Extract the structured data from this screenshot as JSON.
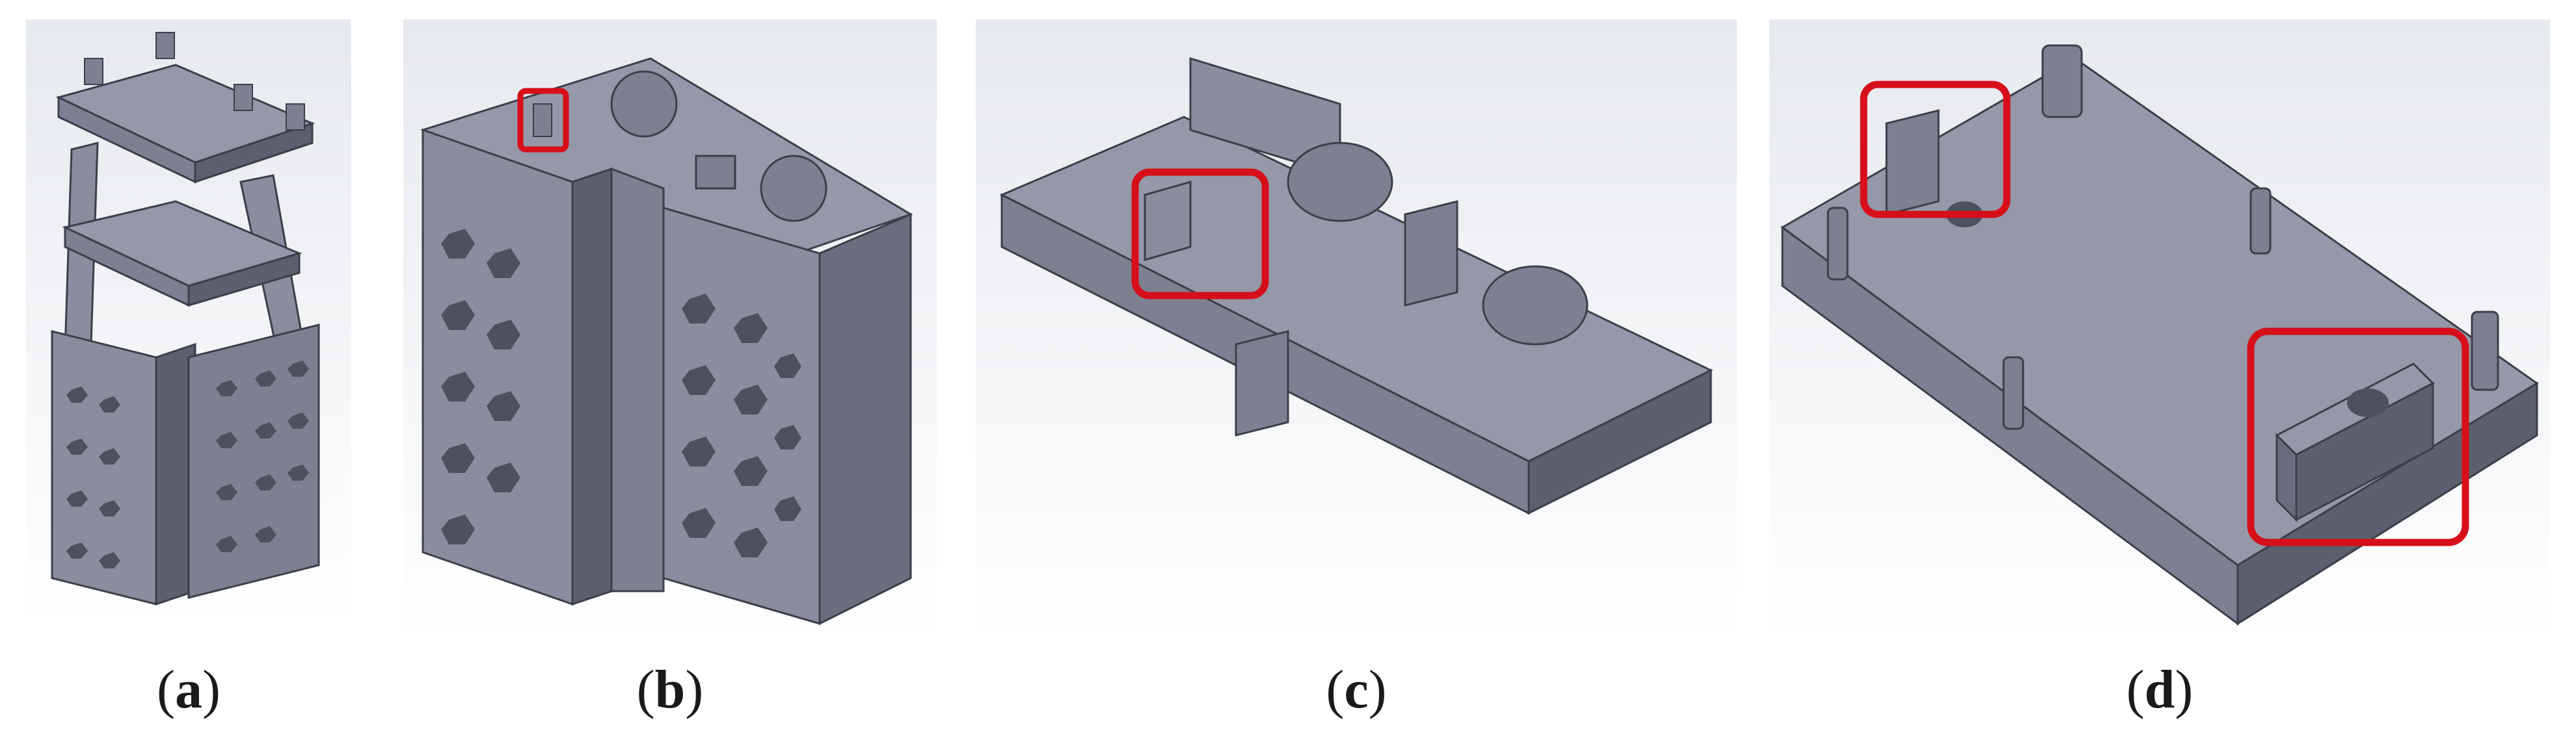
{
  "figure": {
    "panels": [
      {
        "id": "a",
        "label_open": "(",
        "label_letter": "a",
        "label_close": ")",
        "highlights": 0
      },
      {
        "id": "b",
        "label_open": "(",
        "label_letter": "b",
        "label_close": ")",
        "highlights": 1
      },
      {
        "id": "c",
        "label_open": "(",
        "label_letter": "c",
        "label_close": ")",
        "highlights": 1
      },
      {
        "id": "d",
        "label_open": "(",
        "label_letter": "d",
        "label_close": ")",
        "highlights": 2
      }
    ],
    "colors": {
      "background_gradient_top": "#e6e9ee",
      "background_gradient_bottom": "#ffffff",
      "part_top_face": "#9598a8",
      "part_side_face_light": "#7d8091",
      "part_side_face_dark": "#5c5f6e",
      "part_edge": "#3c3e4a",
      "highlight_box": "#d60f1a"
    }
  }
}
